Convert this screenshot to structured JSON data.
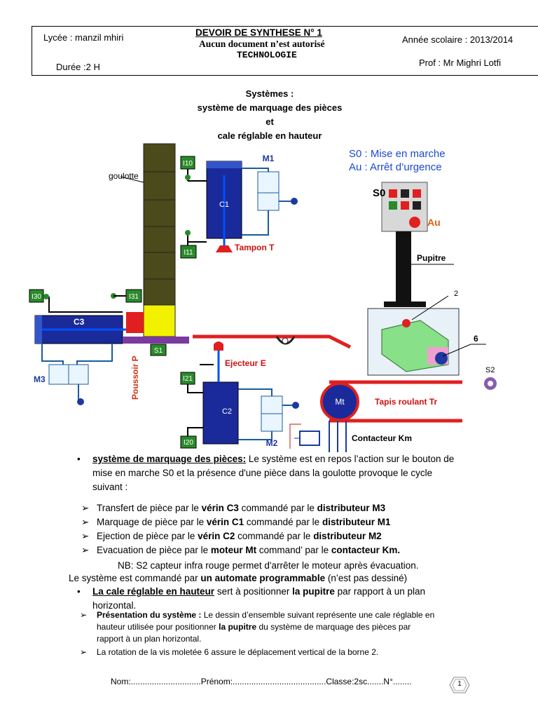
{
  "header": {
    "school": "Lycée : manzil mhiri",
    "duration": "Durée :2 H",
    "exam_title": "DEVOIR   DE  SYNTHESE  N° 1",
    "no_document": "Aucun document n’est  autorisé",
    "subject": "TECHNOLOGIE",
    "school_year": "Année scolaire : 2013/2014",
    "teacher": "Prof : Mr Mighri Lotfi"
  },
  "title": {
    "line1": "Systèmes :",
    "line2": "système de marquage des pièces",
    "line3": "et",
    "line4": "cale réglable en hauteur"
  },
  "diagram": {
    "goulotte": "goulotte",
    "i10": "I10",
    "i11": "I11",
    "i30": "I30",
    "i31": "I31",
    "i21": "I21",
    "i20": "I20",
    "s1": "S1",
    "c1": "C1",
    "c2": "C2",
    "c3": "C3",
    "m1": "M1",
    "m2": "M2",
    "m3": "M3",
    "tampon": "Tampon T",
    "ejecteur": "Ejecteur E",
    "poussoir": "Poussoir P",
    "mt": "Mt",
    "tapis": "Tapis roulant Tr",
    "contacteur": "Contacteur Km",
    "s0_legend": "S0 : Mise en marche",
    "au_legend": "Au : Arrêt d’urgence",
    "s0": "S0",
    "au": "Au",
    "pupitre": "Pupitre",
    "label_2": "2",
    "label_6": "6",
    "s2": "S2"
  },
  "section1": {
    "heading": "système de marquage des pièces:",
    "intro_rest": " Le système est en repos l’action sur le bouton de",
    "line2": "mise en marche S0 et la présence d'une pièce dans la goulotte provoque le cycle",
    "line3": "suivant :",
    "steps": [
      {
        "a": "Transfert de  pièce par le ",
        "b": "vérin C3",
        "c": " commandé par le ",
        "d": "distributeur M3"
      },
      {
        "a": "Marquage de pièce par  le ",
        "b": "vérin C1",
        "c": " commandé par le ",
        "d": "distributeur M1"
      },
      {
        "a": "Ejection de pièce par le ",
        "b": "vérin C2",
        "c": " commandé par le ",
        "d": "distributeur M2"
      },
      {
        "a": "Evacuation de pièce par le ",
        "b": "moteur Mt",
        "c": " command’ par le ",
        "d": "contacteur Km."
      }
    ],
    "nb": "NB: S2 capteur infra rouge permet d'arrêter le moteur après évacuation.",
    "automate_a": "Le système est commandé par ",
    "automate_b": "un automate programmable",
    "automate_c": " (n’est pas dessiné)"
  },
  "section2": {
    "heading": "La cale réglable en hauteur",
    "text_a": " sert à positionner ",
    "text_b": "la pupitre",
    "text_c": " par rapport à un plan",
    "line2": "horizontal.",
    "pres_heading": "Présentation du système :",
    "pres_a": " Le dessin d’ensemble suivant représente une cale réglable en",
    "pres_line2a": "hauteur utilisée pour positionner ",
    "pres_line2b": "la pupitre",
    "pres_line2c": " du système de marquage des pièces  par",
    "pres_line3": "rapport à un plan horizontal.",
    "rotation": "La rotation de la vis moletée 6 assure le déplacement vertical de la borne 2."
  },
  "footer": {
    "fields": "Nom:..............................Prénom:........................................Classe:2sc.......N°........",
    "page": "1"
  }
}
